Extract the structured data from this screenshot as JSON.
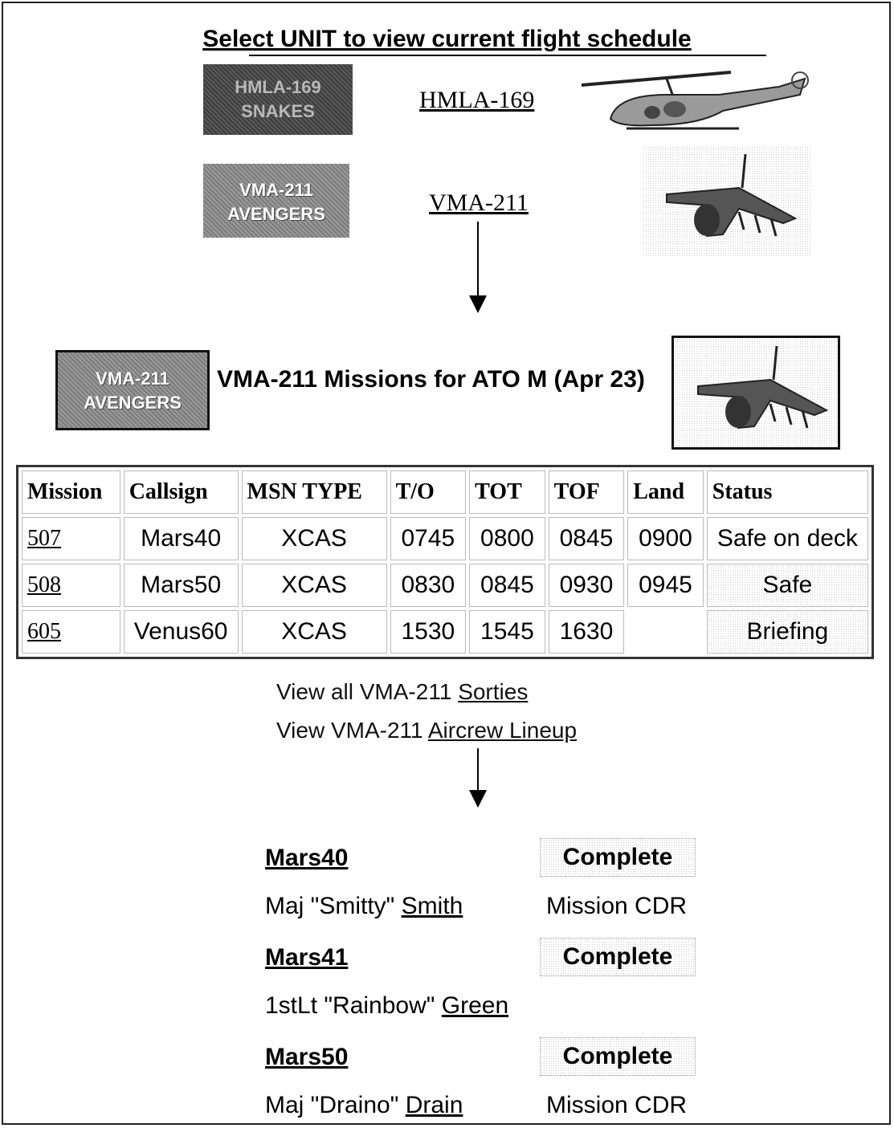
{
  "header": {
    "title": "Select UNIT to view current flight schedule"
  },
  "units": [
    {
      "badge_line1": "HMLA-169",
      "badge_line2": "SNAKES",
      "link": "HMLA-169",
      "image": "helicopter-icon"
    },
    {
      "badge_line1": "VMA-211",
      "badge_line2": "AVENGERS",
      "link": "VMA-211",
      "image": "harrier-jet-icon"
    }
  ],
  "missions": {
    "badge_line1": "VMA-211",
    "badge_line2": "AVENGERS",
    "title": "VMA-211 Missions for ATO M (Apr 23)",
    "image": "harrier-jet-icon"
  },
  "schedule": {
    "headers": [
      "Mission",
      "Callsign",
      "MSN TYPE",
      "T/O",
      "TOT",
      "TOF",
      "Land",
      "Status"
    ],
    "rows": [
      {
        "mission": "507",
        "callsign": "Mars40",
        "type": "XCAS",
        "to": "0745",
        "tot": "0800",
        "tof": "0845",
        "land": "0900",
        "status": "Safe on deck"
      },
      {
        "mission": "508",
        "callsign": "Mars50",
        "type": "XCAS",
        "to": "0830",
        "tot": "0845",
        "tof": "0930",
        "land": "0945",
        "status": "Safe"
      },
      {
        "mission": "605",
        "callsign": "Venus60",
        "type": "XCAS",
        "to": "1530",
        "tot": "1545",
        "tof": "1630",
        "land": "",
        "status": "Briefing"
      }
    ]
  },
  "links": {
    "sorties_prefix": "View all VMA-211 ",
    "sorties_link": "Sorties",
    "lineup_prefix": "View VMA-211 ",
    "lineup_link": "Aircrew Lineup"
  },
  "lineup": [
    {
      "callsign": "Mars40",
      "status": "Complete",
      "rank_nick": "Maj \"Smitty\" ",
      "surname": "Smith",
      "role": "Mission CDR"
    },
    {
      "callsign": "Mars41",
      "status": "Complete",
      "rank_nick": "1stLt \"Rainbow\" ",
      "surname": "Green",
      "role": ""
    },
    {
      "callsign": "Mars50",
      "status": "Complete",
      "rank_nick": "Maj \"Draino\" ",
      "surname": "Drain",
      "role": "Mission CDR"
    }
  ]
}
